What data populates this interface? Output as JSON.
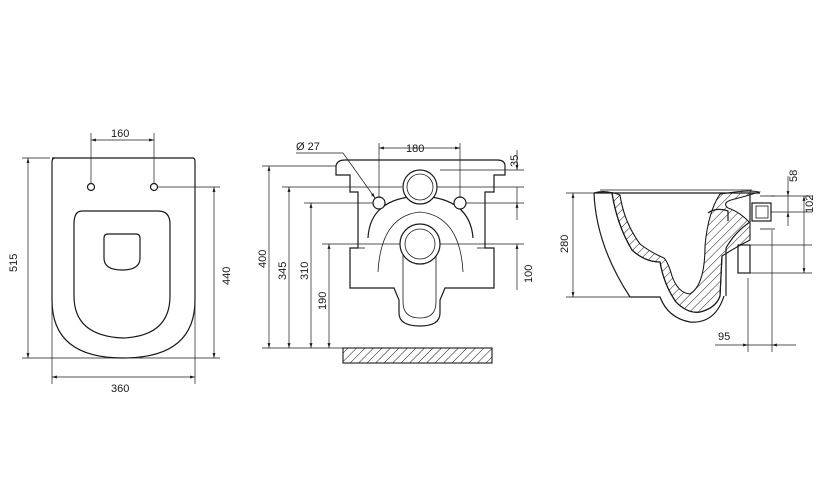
{
  "top_view": {
    "dim_top_width": "160",
    "dim_length": "515",
    "dim_seat_length": "440",
    "dim_width": "360"
  },
  "rear_view": {
    "dim_hole_diameter": "Ø 27",
    "dim_hole_spacing": "180",
    "dim_35": "35",
    "dim_100": "100",
    "dim_400": "400",
    "dim_345": "345",
    "dim_310": "310",
    "dim_190": "190"
  },
  "side_view": {
    "dim_280": "280",
    "dim_58": "58",
    "dim_102": "102",
    "dim_95": "95"
  }
}
